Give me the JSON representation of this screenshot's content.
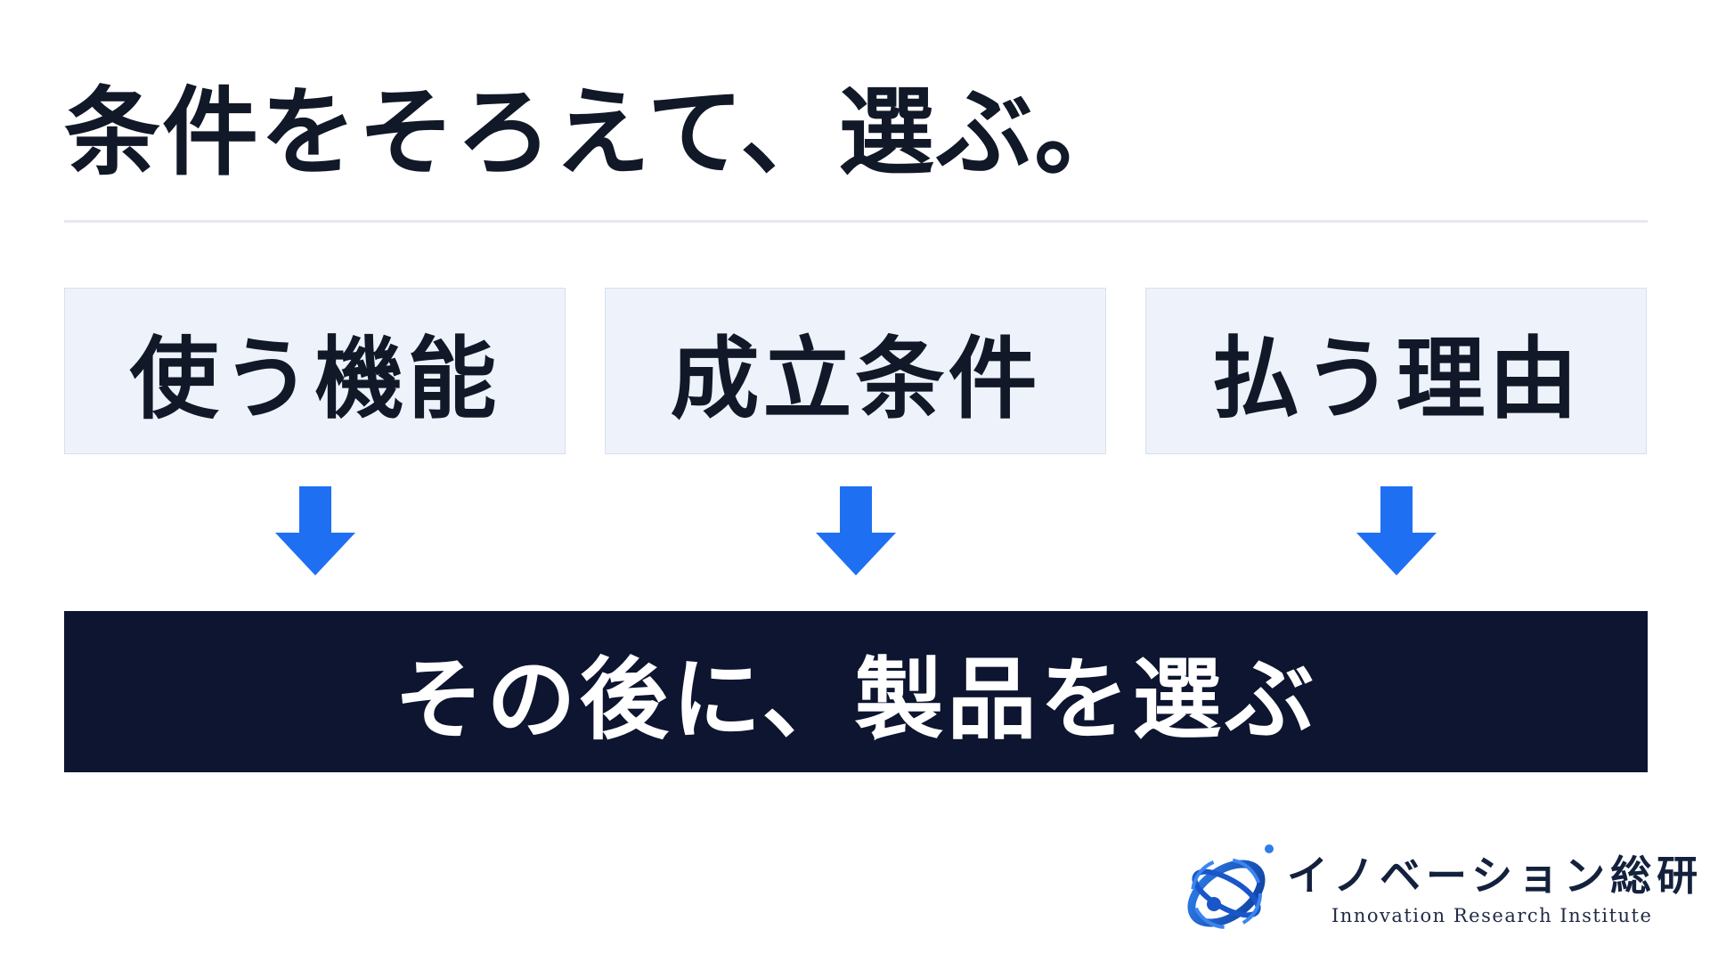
{
  "title": "条件をそろえて、選ぶ。",
  "conditions": [
    {
      "label": "使う機能"
    },
    {
      "label": "成立条件"
    },
    {
      "label": "払う理由"
    }
  ],
  "result": {
    "label": "その後に、製品を選ぶ"
  },
  "logo": {
    "name_jp": "イノベーション総研",
    "name_en": "Innovation Research Institute"
  },
  "colors": {
    "title_text": "#111827",
    "box_background": "#edf2fb",
    "arrow": "#1f6ff2",
    "result_background": "#0d1530",
    "result_text": "#ffffff",
    "logo_blue": "#1a56c9"
  },
  "icons": {
    "arrow": "arrow-down-icon",
    "logo": "orbit-logo-icon"
  }
}
